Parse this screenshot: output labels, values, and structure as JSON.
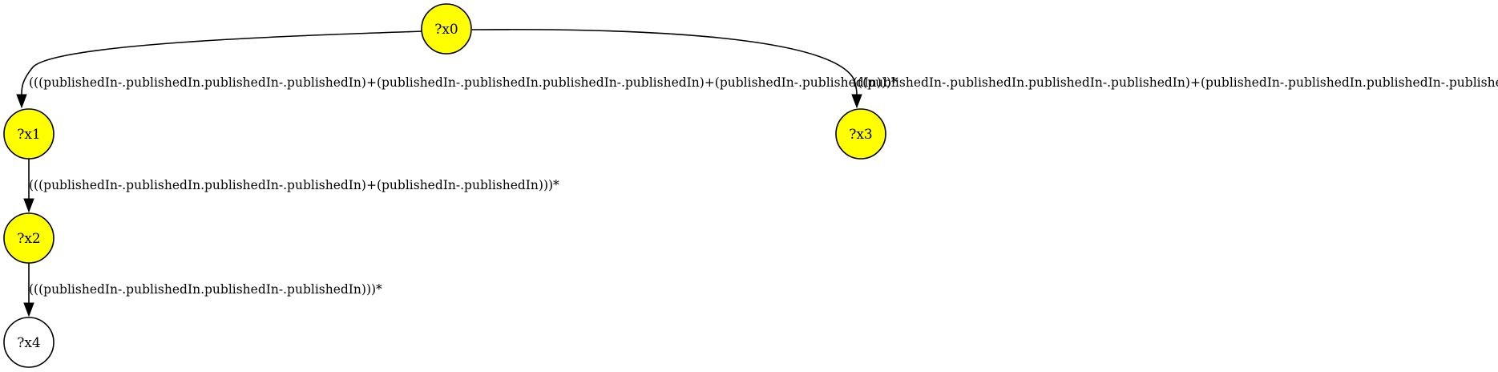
{
  "colors": {
    "highlight": "#ffff00",
    "plain": "#ffffff",
    "stroke": "#000000"
  },
  "nodes": [
    {
      "id": "x0",
      "label": "?x0",
      "highlighted": true
    },
    {
      "id": "x1",
      "label": "?x1",
      "highlighted": true
    },
    {
      "id": "x3",
      "label": "?x3",
      "highlighted": true
    },
    {
      "id": "x2",
      "label": "?x2",
      "highlighted": true
    },
    {
      "id": "x4",
      "label": "?x4",
      "highlighted": false
    }
  ],
  "edges": [
    {
      "from": "x0",
      "to": "x1",
      "label": "(((publishedIn-.publishedIn.publishedIn-.publishedIn)+(publishedIn-.publishedIn.publishedIn-.publishedIn)+(publishedIn-.publishedIn)))*"
    },
    {
      "from": "x0",
      "to": "x3",
      "label": "(((publishedIn-.publishedIn.publishedIn-.publishedIn)+(publishedIn-.publishedIn.publishedIn-.publishedIn)))*"
    },
    {
      "from": "x1",
      "to": "x2",
      "label": "(((publishedIn-.publishedIn.publishedIn-.publishedIn)+(publishedIn-.publishedIn)))*"
    },
    {
      "from": "x2",
      "to": "x4",
      "label": "(((publishedIn-.publishedIn.publishedIn-.publishedIn)))*"
    }
  ]
}
